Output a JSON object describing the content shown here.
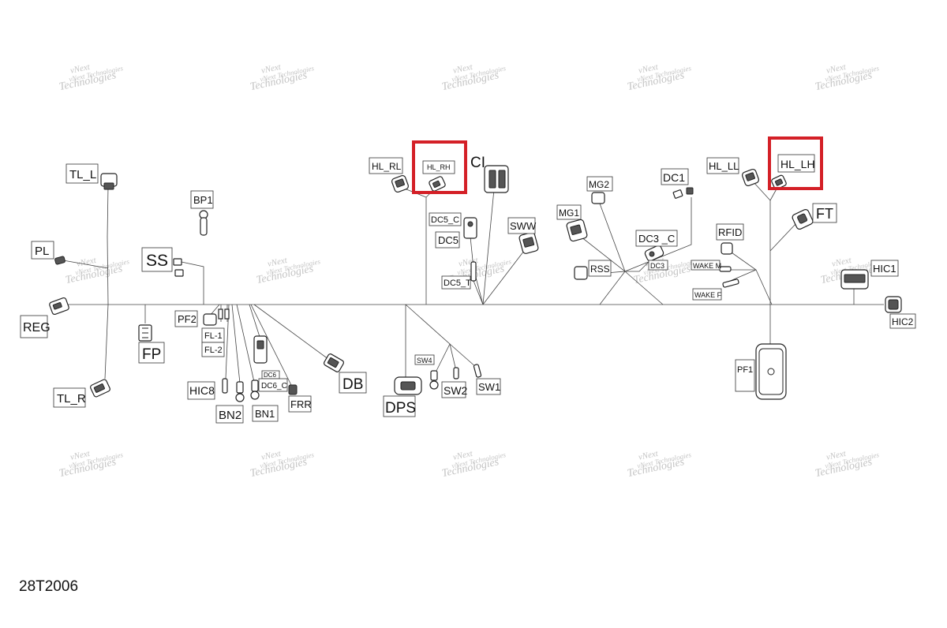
{
  "figure_id": "28T2006",
  "watermark": {
    "line1": "vNext",
    "line2": "Technologies",
    "line3": "vNext Technologies"
  },
  "labels": {
    "tl_l": "TL_L",
    "pl": "PL",
    "reg": "REG",
    "tl_r": "TL_R",
    "bp1": "BP1",
    "ss": "SS",
    "fp": "FP",
    "pf2": "PF2",
    "fl1": "FL-1",
    "fl2": "FL-2",
    "hic8": "HIC8",
    "bn2": "BN2",
    "bn1": "BN1",
    "dc6": "DC6",
    "dc6_c": "DC6_C",
    "frr": "FRR",
    "db": "DB",
    "hl_rl": "HL_RL",
    "hl_rh": "HL_RH",
    "ci": "CI",
    "dc5_c": "DC5_C",
    "dc5": "DC5",
    "dc5_t": "DC5_T",
    "sww": "SWW",
    "sw4": "SW4",
    "sw2": "SW2",
    "sw1": "SW1",
    "dps": "DPS",
    "mg2": "MG2",
    "mg1": "MG1",
    "rss": "RSS",
    "dc1": "DC1",
    "dc3_c": "DC3 _C",
    "dc3": "DC3",
    "hl_ll": "HL_LL",
    "hl_lh": "HL_LH",
    "ft": "FT",
    "rfid": "RFID",
    "wake_m": "WAKE M",
    "wake_f": "WAKE F",
    "pf1": "PF1",
    "hic1": "HIC1",
    "hic2": "HIC2"
  },
  "highlight_color": "#d42027"
}
